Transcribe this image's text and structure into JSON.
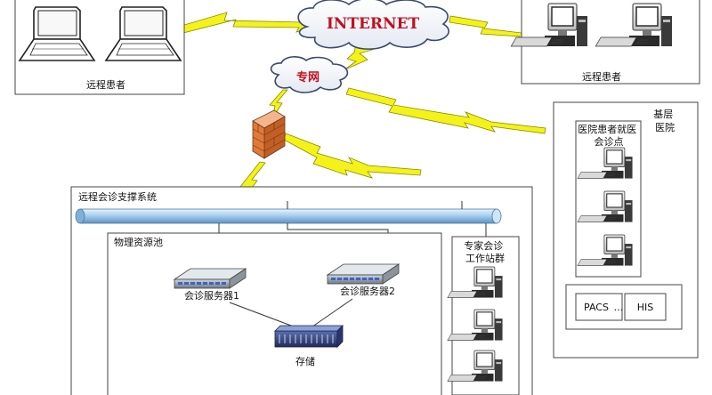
{
  "nodes": {
    "internet": "INTERNET",
    "private_net": "专网",
    "remote_patients_left": "远程患者",
    "remote_patients_right": "远程患者",
    "primary_hospital": "基层\n医院",
    "patient_clinic": "医院患者就医\n会诊点",
    "pacs": "PACS",
    "ellipsis": "…",
    "his": "HIS",
    "support_system": "远程会诊支撑系统",
    "resource_pool": "物理资源池",
    "server1": "会诊服务器1",
    "server2": "会诊服务器2",
    "storage": "存储",
    "expert_stations": "专家会诊\n工作站群"
  },
  "colors": {
    "internet_text": "#c0101e",
    "bolt": "#f3f31a",
    "bus": "#a8d0f0",
    "firewall": "#e07a3a"
  }
}
